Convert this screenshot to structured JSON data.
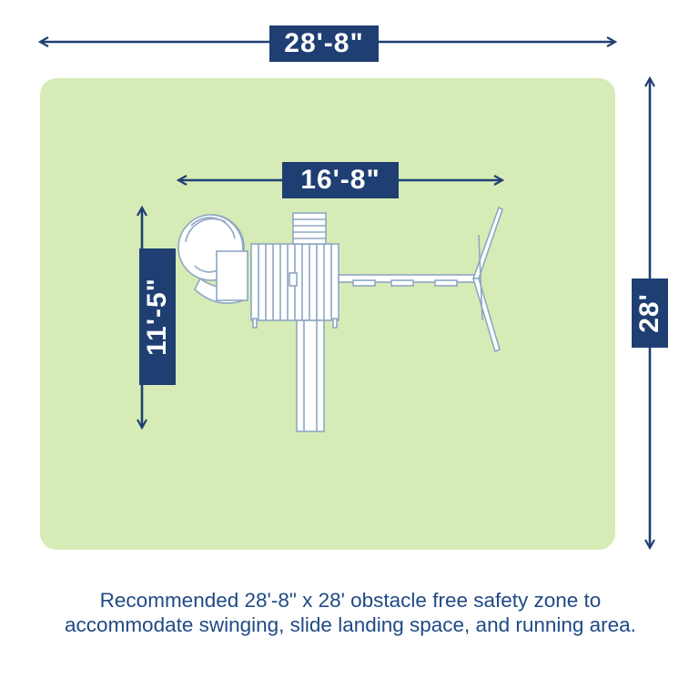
{
  "dimensions": {
    "zone_width": "28'-8\"",
    "zone_depth": "28'",
    "playset_width": "16'-8\"",
    "playset_depth": "11'-5\""
  },
  "caption": "Recommended 28'-8\" x 28' obstacle free safety zone to accommodate swinging, slide landing space, and running area.",
  "colors": {
    "safety_zone": "#d7ebb6",
    "label_background": "#1f3f73",
    "arrow": "#1f3f73",
    "caption_text": "#1f4a85",
    "playset_outline": "#8ea7c4"
  }
}
